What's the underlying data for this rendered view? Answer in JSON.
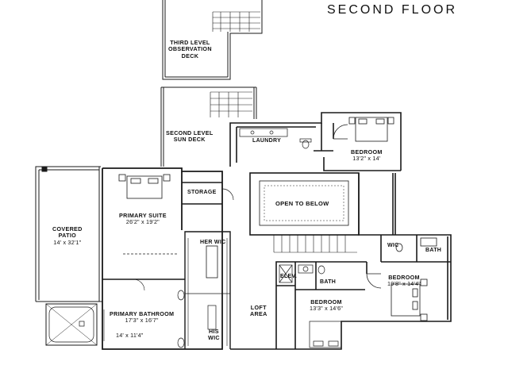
{
  "title": "SECOND FLOOR",
  "rooms": {
    "observation_deck": {
      "line1": "THIRD LEVEL",
      "line2": "OBSERVATION",
      "line3": "DECK"
    },
    "sun_deck": {
      "line1": "SECOND LEVEL",
      "line2": "SUN DECK"
    },
    "laundry": "LAUNDRY",
    "bedroom_ne": {
      "name": "BEDROOM",
      "dims": "13'2\" x 14'"
    },
    "storage": "STORAGE",
    "open_to_below": "OPEN TO BELOW",
    "covered_patio": {
      "line1": "COVERED",
      "line2": "PATIO",
      "dims": "14' x 32'1\""
    },
    "primary_suite": {
      "name": "PRIMARY SUITE",
      "dims": "26'2\" x 19'2\""
    },
    "her_wic": "HER WIC",
    "wic": "WIC",
    "bath_e": "BATH",
    "bedroom_e": {
      "name": "BEDROOM",
      "dims": "19'8\" x 14'4\""
    },
    "elev": "ELEV.",
    "bath_c": "BATH",
    "loft": {
      "line1": "LOFT",
      "line2": "AREA"
    },
    "bedroom_s": {
      "name": "BEDROOM",
      "dims": "13'3\" x 14'6\""
    },
    "primary_bathroom": {
      "name": "PRIMARY BATHROOM",
      "dims": "17'3\" x 16'7\""
    },
    "bath_dims": "14' x 11'4\"",
    "his_wic": {
      "line1": "HIS",
      "line2": "WIC"
    }
  }
}
